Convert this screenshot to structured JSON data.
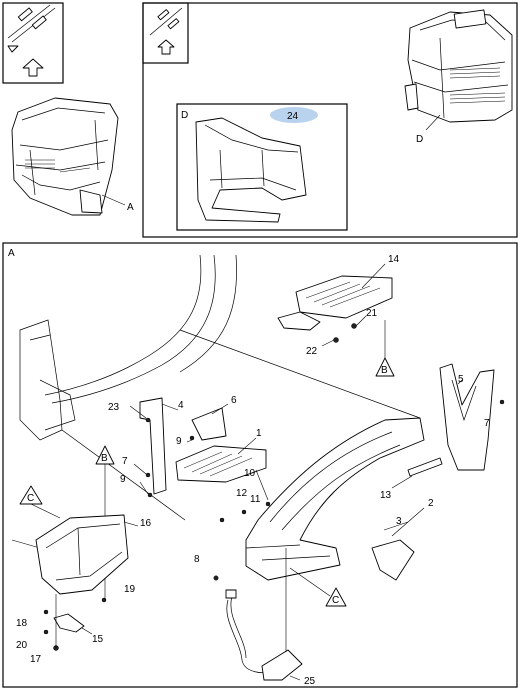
{
  "colors": {
    "line": "#000000",
    "background": "#ffffff",
    "highlight": "#b9d3ee"
  },
  "overview": {
    "left_view_label": "A",
    "right_view_label": "D",
    "inset_label": "D",
    "highlighted_part": "24"
  },
  "detail": {
    "view_label": "A",
    "reference_markers": [
      "B",
      "B",
      "C",
      "C"
    ],
    "callouts": [
      "1",
      "2",
      "3",
      "4",
      "5",
      "6",
      "7",
      "7",
      "8",
      "9",
      "9",
      "10",
      "11",
      "12",
      "13",
      "14",
      "15",
      "16",
      "17",
      "18",
      "19",
      "20",
      "21",
      "22",
      "23",
      "25"
    ]
  }
}
